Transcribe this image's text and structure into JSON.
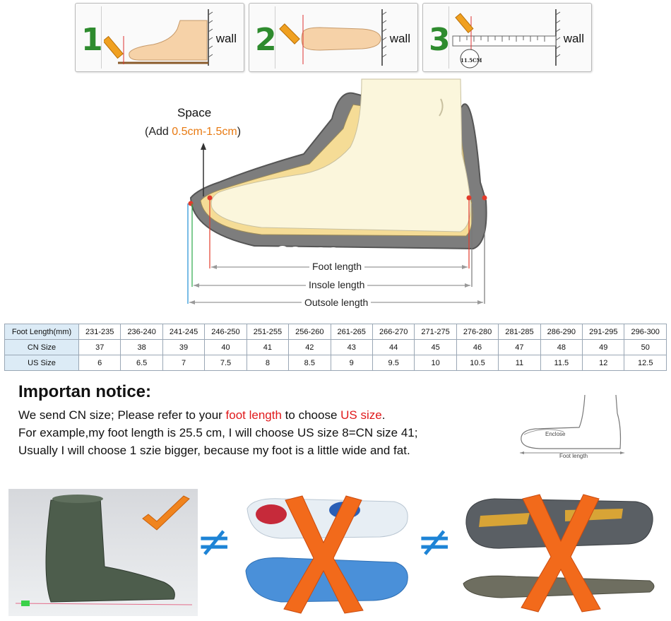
{
  "steps": [
    {
      "number": "1",
      "wall_label": "wall"
    },
    {
      "number": "2",
      "wall_label": "wall"
    },
    {
      "number": "3",
      "wall_label": "wall",
      "measure_label": "11.5CM"
    }
  ],
  "diagram": {
    "space_label": "Space",
    "add_prefix": "(Add ",
    "add_value": "0.5cm-1.5cm",
    "add_suffix": ")",
    "foot_length_label": "Foot length",
    "insole_length_label": "Insole length",
    "outsole_length_label": "Outsole length"
  },
  "size_table": {
    "rows": [
      {
        "header": "Foot Length(mm)",
        "cells": [
          "231-235",
          "236-240",
          "241-245",
          "246-250",
          "251-255",
          "256-260",
          "261-265",
          "266-270",
          "271-275",
          "276-280",
          "281-285",
          "286-290",
          "291-295",
          "296-300"
        ]
      },
      {
        "header": "CN Size",
        "cells": [
          "37",
          "38",
          "39",
          "40",
          "41",
          "42",
          "43",
          "44",
          "45",
          "46",
          "47",
          "48",
          "49",
          "50"
        ]
      },
      {
        "header": "US Size",
        "cells": [
          "6",
          "6.5",
          "7",
          "7.5",
          "8",
          "8.5",
          "9",
          "9.5",
          "10",
          "10.5",
          "11",
          "11.5",
          "12",
          "12.5"
        ]
      }
    ]
  },
  "notice": {
    "title": "Importan notice:",
    "line1_a": "We send CN size; Please refer to your ",
    "line1_b": "foot length",
    "line1_c": " to choose ",
    "line1_d": "US size",
    "line1_e": ".",
    "line2": "For example,my foot length is 25.5 cm, I will choose US size 8=CN size 41;",
    "line3": "Usually I will choose 1 szie bigger, because my foot is a little wide and fat."
  },
  "sketch": {
    "enclose_label": "Enclose",
    "foot_length_label": "Foot length"
  },
  "compare": {
    "neq_symbol": "≠"
  },
  "colors": {
    "accent_orange": "#e87a12",
    "notice_red": "#e0191b",
    "check_orange": "#f0841e",
    "neq_blue": "#1e84d6",
    "table_header_bg": "#dcebf6"
  }
}
